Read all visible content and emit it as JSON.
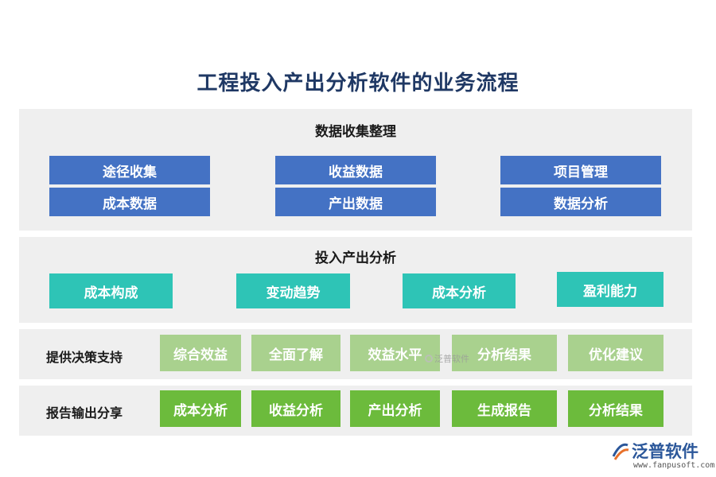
{
  "title": "工程投入产出分析软件的业务流程",
  "sections": {
    "data_collection": {
      "title": "数据收集整理",
      "items": [
        "途径收集",
        "收益数据",
        "项目管理",
        "成本数据",
        "产出数据",
        "数据分析"
      ]
    },
    "io_analysis": {
      "title": "投入产出分析",
      "items": [
        "成本构成",
        "变动趋势",
        "成本分析",
        "盈利能力"
      ]
    },
    "decision_support": {
      "label": "提供决策支持",
      "items": [
        "综合效益",
        "全面了解",
        "效益水平",
        "分析结果",
        "优化建议"
      ]
    },
    "report_share": {
      "label": "报告输出分享",
      "items": [
        "成本分析",
        "收益分析",
        "产出分析",
        "生成报告",
        "分析结果"
      ]
    }
  },
  "watermark": {
    "center": "泛普软件",
    "logo_name": "泛普软件",
    "logo_url": "www.fanpusoft.com"
  },
  "colors": {
    "title": "#1f3864",
    "panel": "#efefef",
    "blue": "#4472c4",
    "teal": "#2ec4b6",
    "light_green": "#a9d18e",
    "dark_green": "#6cbb3c"
  }
}
